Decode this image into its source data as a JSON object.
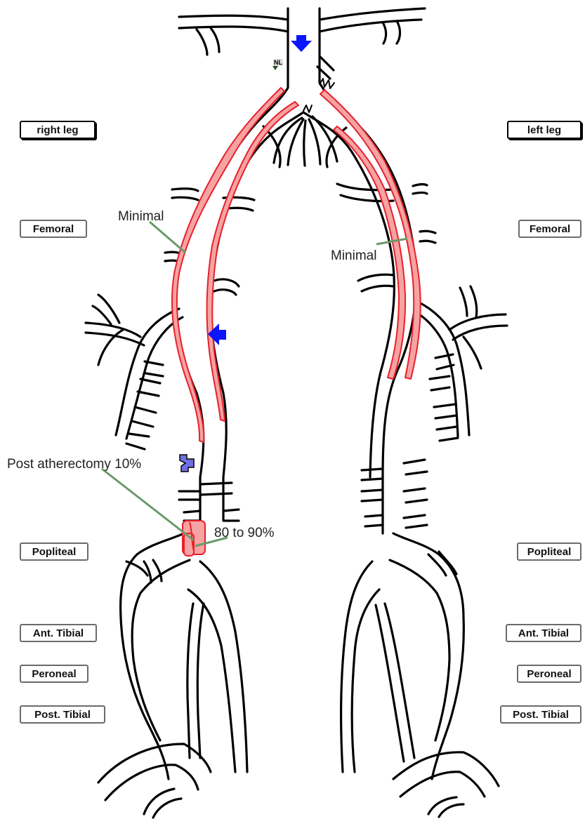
{
  "sides": {
    "right": "right leg",
    "left": "left leg"
  },
  "segments": {
    "femoral": "Femoral",
    "popliteal": "Popliteal",
    "ant_tibial": "Ant. Tibial",
    "peroneal": "Peroneal",
    "post_tibial": "Post. Tibial"
  },
  "annotations": {
    "right_femoral": "Minimal",
    "left_femoral": "Minimal",
    "post_atherectomy": "Post atherectomy 10%",
    "popliteal_stenosis": "80 to 90%",
    "origin_marker": "NL"
  },
  "colors": {
    "vessel": "#000000",
    "plaque_fill": "#f6a3a3",
    "plaque_stroke": "#e8202a",
    "flow_arrow": "#0a14ff",
    "leader_line": "#6a9a6a",
    "stent_icon": "#6f6fe0"
  }
}
